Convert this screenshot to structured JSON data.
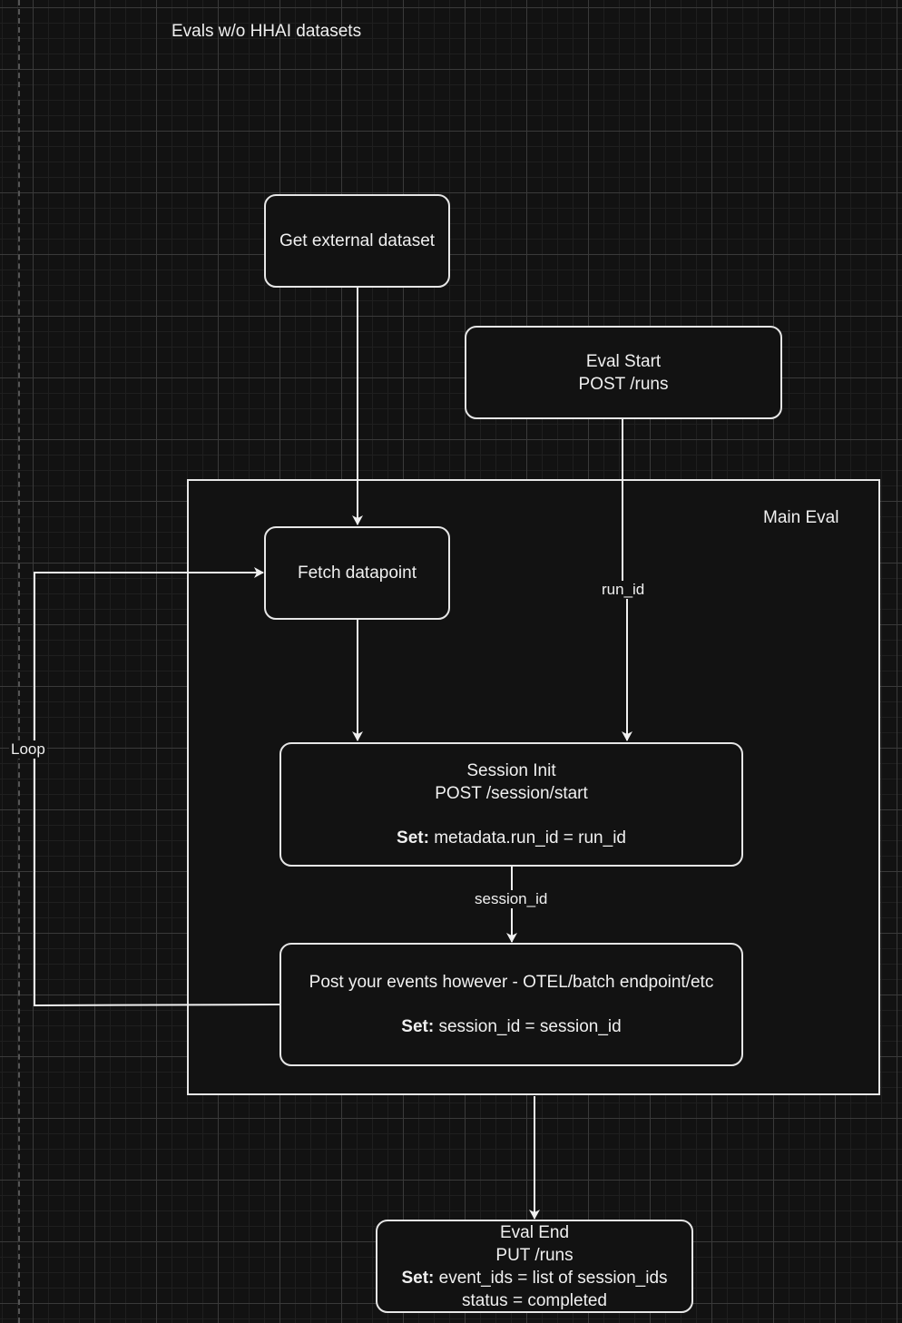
{
  "diagram": {
    "title": "Evals w/o HHAI datasets",
    "container": {
      "label": "Main Eval"
    },
    "nodes": {
      "get_dataset": {
        "line1": "Get external dataset"
      },
      "eval_start": {
        "line1": "Eval Start",
        "line2": "POST /runs"
      },
      "fetch_datapoint": {
        "line1": "Fetch datapoint"
      },
      "session_init": {
        "line1": "Session Init",
        "line2": "POST /session/start",
        "set_label": "Set:",
        "set_value": " metadata.run_id = run_id"
      },
      "post_events": {
        "line1": "Post your events however - OTEL/batch endpoint/etc",
        "set_label": "Set:",
        "set_value": " session_id = session_id"
      },
      "eval_end": {
        "line1": "Eval End",
        "line2": "PUT /runs",
        "set_label": "Set:",
        "set_value": " event_ids = list of session_ids",
        "line4": "status = completed"
      }
    },
    "edges": {
      "run_id": "run_id",
      "session_id": "session_id",
      "loop": "Loop"
    },
    "colors": {
      "background": "#121212",
      "stroke": "#e6e6e6",
      "text": "#f0f0f0"
    }
  }
}
